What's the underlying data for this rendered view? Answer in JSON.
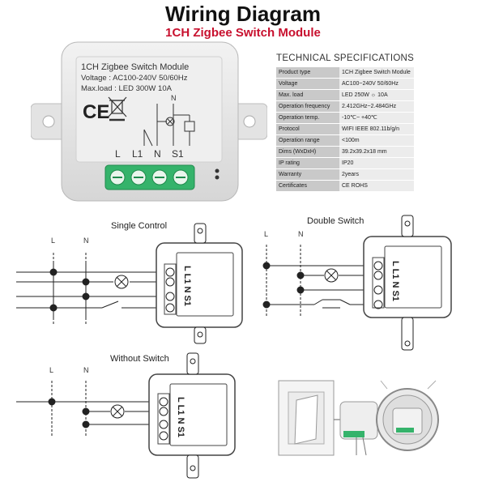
{
  "header": {
    "title": "Wiring Diagram",
    "subtitle": "1CH Zigbee Switch Module"
  },
  "module_label": {
    "name": "1CH Zigbee Switch Module",
    "voltage": "Voltage : AC100-240V 50/60Hz",
    "max_load": "Max.load : LED 300W   10A",
    "ce_mark": "CE",
    "schematic_n": "N",
    "terminals": [
      "L",
      "L1",
      "N",
      "S1"
    ]
  },
  "specs": {
    "title": "TECHNICAL SPECIFICATIONS",
    "rows": [
      {
        "key": "Product type",
        "value": "1CH Zigbee Switch Module"
      },
      {
        "key": "Voltage",
        "value": "AC100~240V 50/60Hz"
      },
      {
        "key": "Max. load",
        "value": "LED 250W  ☼ 10A"
      },
      {
        "key": "Operation frequency",
        "value": "2.412GHz~2.484GHz"
      },
      {
        "key": "Operation temp.",
        "value": "-10℃~ +40℃"
      },
      {
        "key": "Protocol",
        "value": "WIFI  IEEE 802.11b/g/n"
      },
      {
        "key": "Operation range",
        "value": "<100m"
      },
      {
        "key": "Dims (WxDxH)",
        "value": "39.2x39.2x18 mm"
      },
      {
        "key": "IP rating",
        "value": "IP20"
      },
      {
        "key": "Warranty",
        "value": "2years"
      },
      {
        "key": "Certificates",
        "value": "CE ROHS"
      }
    ]
  },
  "diagrams": {
    "single": {
      "title": "Single Control",
      "line_l": "L",
      "line_n": "N",
      "terminal_text": "L L1 N S1"
    },
    "double": {
      "title": "Double Switch",
      "line_l": "L",
      "line_n": "N",
      "terminal_text": "L L1 N S1"
    },
    "without": {
      "title": "Without Switch",
      "line_l": "L",
      "line_n": "N",
      "terminal_text": "L L1 N S1"
    }
  },
  "colors": {
    "title": "#111111",
    "subtitle": "#c8102e",
    "terminal_green": "#35b36b",
    "module_body": "#e6e6e6",
    "spec_key_bg": "#c9c9c9",
    "spec_value_bg": "#ececec"
  }
}
